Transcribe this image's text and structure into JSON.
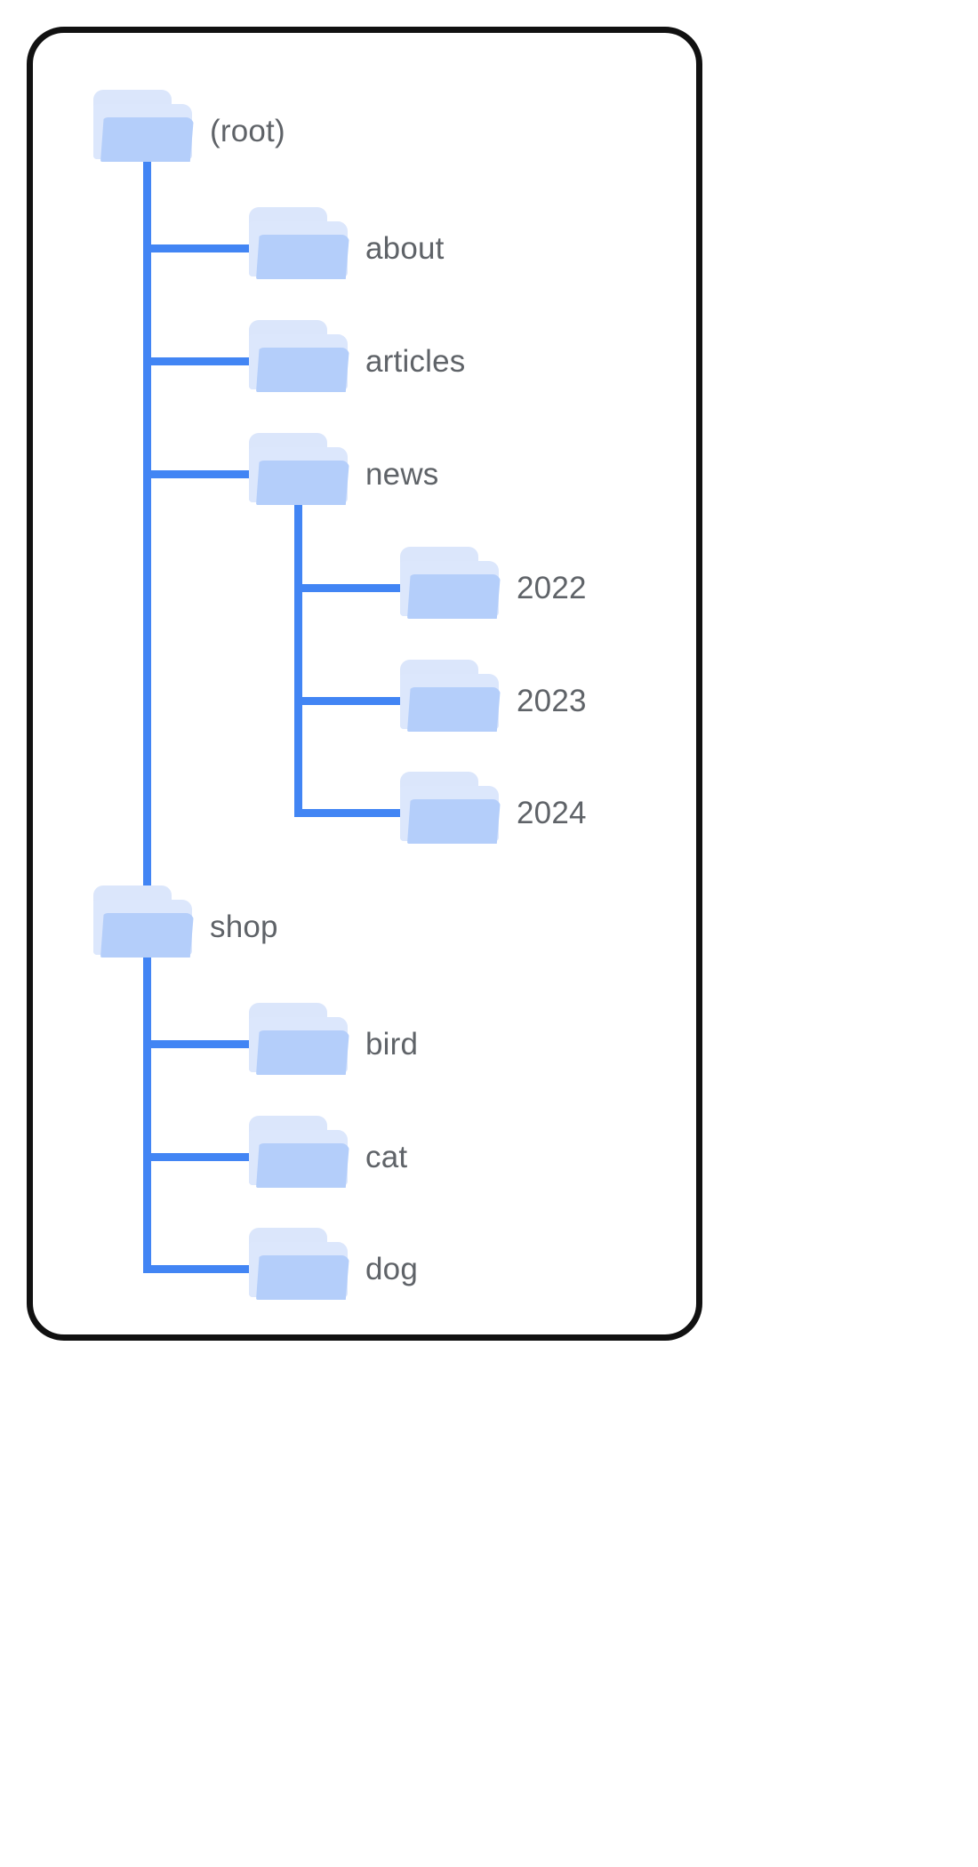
{
  "diagram": {
    "title": "folder-tree",
    "colors": {
      "line": "#4285F4",
      "folder_front": "#B4CEFA",
      "folder_back": "#DBE6FB",
      "label_text": "#5F6368",
      "card_border": "#111111",
      "background": "#FFFFFF"
    },
    "nodes": [
      {
        "id": "root",
        "label": "(root)",
        "depth": 0
      },
      {
        "id": "about",
        "label": "about",
        "depth": 1
      },
      {
        "id": "articles",
        "label": "articles",
        "depth": 1
      },
      {
        "id": "news",
        "label": "news",
        "depth": 1
      },
      {
        "id": "y2022",
        "label": "2022",
        "depth": 2
      },
      {
        "id": "y2023",
        "label": "2023",
        "depth": 2
      },
      {
        "id": "y2024",
        "label": "2024",
        "depth": 2
      },
      {
        "id": "shop",
        "label": "shop",
        "depth": 1
      },
      {
        "id": "bird",
        "label": "bird",
        "depth": 2
      },
      {
        "id": "cat",
        "label": "cat",
        "depth": 2
      },
      {
        "id": "dog",
        "label": "dog",
        "depth": 2
      }
    ],
    "icons": {
      "folder": "folder-icon"
    }
  }
}
